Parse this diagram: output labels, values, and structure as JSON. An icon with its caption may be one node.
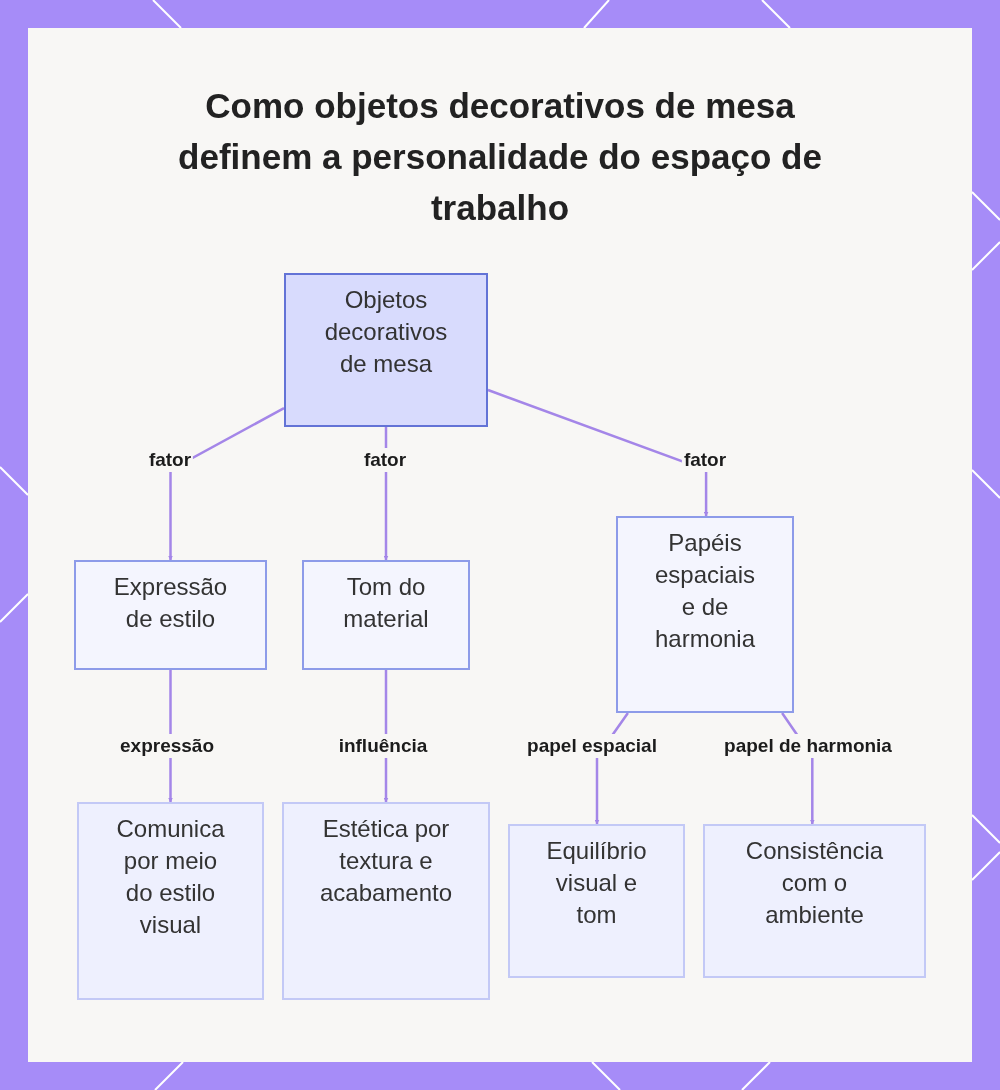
{
  "diagram": {
    "title": "Como objetos decorativos de mesa definem a personalidade do espaço de trabalho",
    "nodes": [
      {
        "text": [
          "Objetos decorativos de mesa"
        ]
      },
      {
        "text": [
          "Expressão de estilo"
        ]
      },
      {
        "text": [
          "Tom do material"
        ]
      },
      {
        "text": [
          "Papéis espaciais e de harmonia"
        ]
      },
      {
        "text": [
          "Comunica por meio do estilo visual"
        ]
      },
      {
        "text": [
          "Estética por textura e acabamento"
        ]
      },
      {
        "text": [
          "Equilíbrio visual e tom"
        ]
      },
      {
        "text": [
          "Consistência com o ambiente"
        ]
      }
    ],
    "edges": [
      {
        "from": 0,
        "to": 1,
        "arrow": "to",
        "label": "fator"
      },
      {
        "from": 0,
        "to": 2,
        "arrow": "to",
        "label": "fator"
      },
      {
        "from": 0,
        "to": 3,
        "arrow": "to",
        "label": "fator"
      },
      {
        "from": 1,
        "to": 4,
        "arrow": "to",
        "label": "expressão"
      },
      {
        "from": 2,
        "to": 5,
        "arrow": "to",
        "label": "influência"
      },
      {
        "from": 3,
        "to": 6,
        "arrow": "to",
        "label": "papel espacial"
      },
      {
        "from": 3,
        "to": 7,
        "arrow": "to",
        "label": "papel de harmonia"
      }
    ]
  }
}
